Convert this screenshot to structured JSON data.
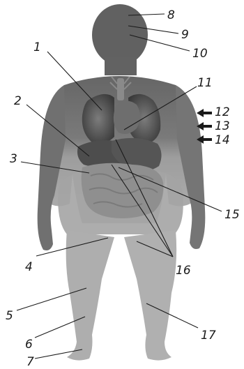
{
  "labels": [
    "1",
    "2",
    "3",
    "4",
    "5",
    "6",
    "7",
    "8",
    "9",
    "10",
    "11",
    "12",
    "13",
    "14",
    "15",
    "16",
    "17"
  ],
  "colors": {
    "upper_body": "#6b6b6b",
    "lower_body": "#a9a9a9",
    "organ_dark": "#3f3f3f",
    "organ_mid": "#7b7b7b",
    "intestine": "#9e9e9e",
    "label": "#1a1a1a"
  }
}
